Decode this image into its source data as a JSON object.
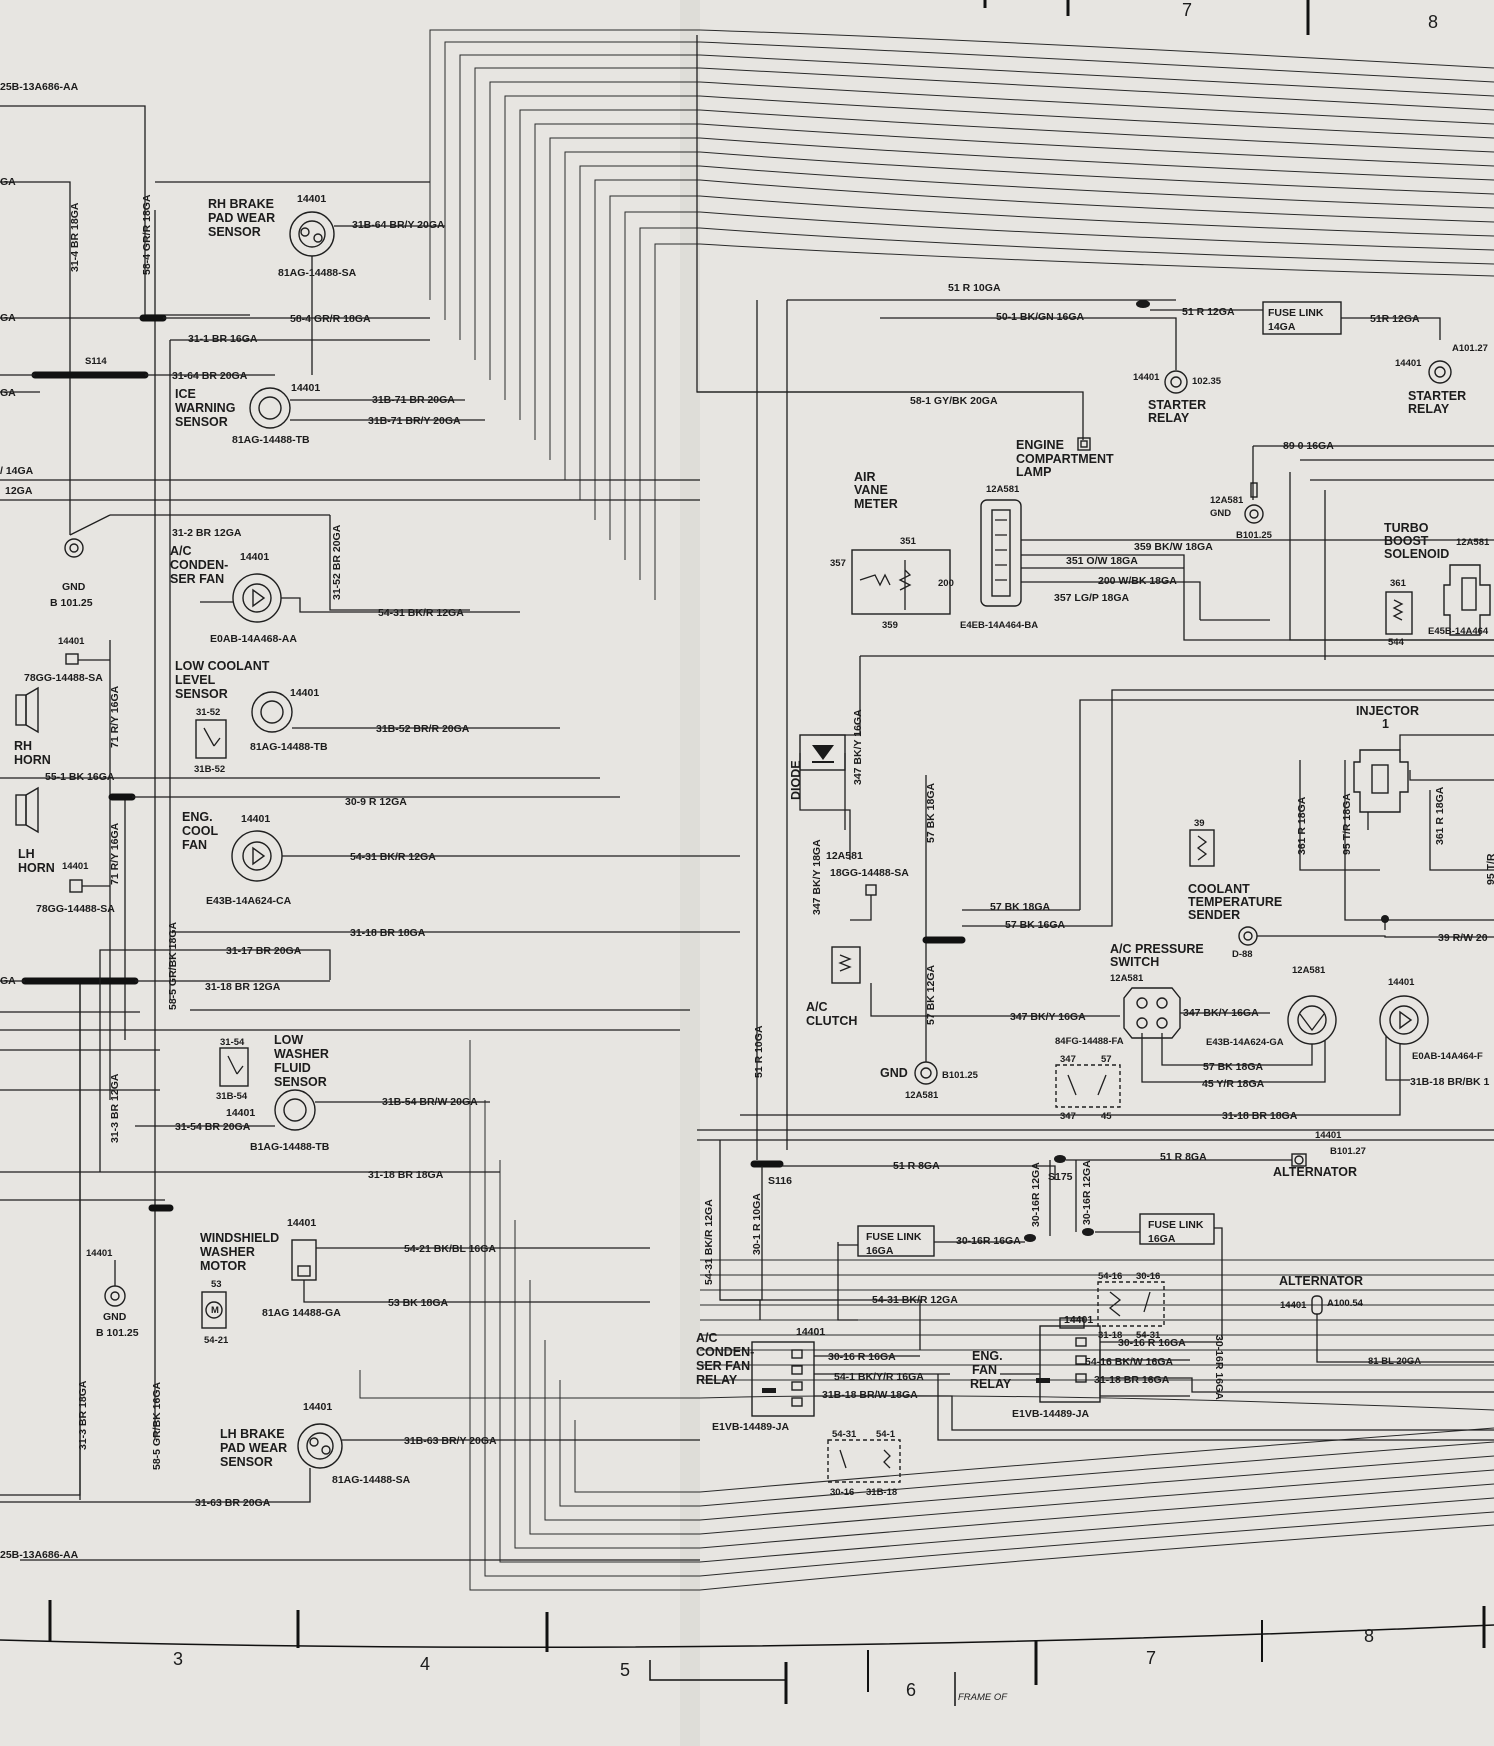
{
  "page": {
    "grid_top": [
      "7",
      "8"
    ],
    "grid_bottom": [
      "3",
      "4",
      "5",
      "6",
      "7",
      "8"
    ],
    "frame_note": "FRAME    OF"
  },
  "connectors": {
    "top_left": "25B-13A686-AA",
    "bottom_left": "25B-13A686-AA"
  },
  "splices": {
    "s114": "S114",
    "s116": "S116",
    "s175": "S175"
  },
  "components": {
    "rh_brake": {
      "name": [
        "RH BRAKE",
        "PAD WEAR",
        "SENSOR"
      ],
      "id": "14401",
      "part": "81AG-14488-SA"
    },
    "ice": {
      "name": [
        "ICE",
        "WARNING",
        "SENSOR"
      ],
      "id": "14401",
      "part": "81AG-14488-TB"
    },
    "ac_fan": {
      "name": [
        "A/C",
        "CONDEN-",
        "SER FAN"
      ],
      "id": "14401",
      "part": "E0AB-14A468-AA"
    },
    "gnd_left": {
      "name": "GND",
      "part": "B 101.25"
    },
    "low_coolant": {
      "name": [
        "LOW COOLANT",
        "LEVEL",
        "SENSOR"
      ],
      "id": "14401",
      "part": "81AG-14488-TB",
      "term_top": "31-52",
      "term_bot": "31B-52"
    },
    "rh_horn": {
      "name": [
        "RH",
        "HORN"
      ],
      "id": "14401",
      "part": "78GG-14488-SA"
    },
    "lh_horn": {
      "name": [
        "LH",
        "HORN"
      ],
      "id": "14401",
      "part": "78GG-14488-SA"
    },
    "eng_fan": {
      "name": [
        "ENG.",
        "COOL",
        "FAN"
      ],
      "id": "14401",
      "part": "E43B-14A624-CA"
    },
    "low_washer": {
      "name": [
        "LOW",
        "WASHER",
        "FLUID",
        "SENSOR"
      ],
      "id": "14401",
      "part": "B1AG-14488-TB",
      "term_top": "31-54",
      "term_bot": "31B-54"
    },
    "washer_motor": {
      "name": [
        "WINDSHIELD",
        "WASHER",
        "MOTOR"
      ],
      "id": "14401",
      "part": "81AG 14488-GA",
      "term_top": "53",
      "term_bot": "54-21"
    },
    "gnd_left2": {
      "name": "GND",
      "id": "14401",
      "part": "B 101.25"
    },
    "lh_brake": {
      "name": [
        "LH BRAKE",
        "PAD WEAR",
        "SENSOR"
      ],
      "id": "14401",
      "part": "81AG-14488-SA"
    },
    "ac_fan_relay": {
      "name": [
        "A/C",
        "CONDEN-",
        "SER FAN",
        "RELAY"
      ],
      "id": "14401",
      "part": "E1VB-14489-JA",
      "sch": [
        "54-31",
        "54-1",
        "30-16",
        "31B-18"
      ]
    },
    "fuse_link_16a": {
      "name": [
        "FUSE LINK",
        "16GA"
      ]
    },
    "fuse_link_16b": {
      "name": [
        "FUSE LINK",
        "16GA"
      ]
    },
    "fuse_link_14": {
      "name": [
        "FUSE LINK",
        "14GA"
      ]
    },
    "eng_fan_relay": {
      "name": [
        "ENG.",
        "FAN",
        "RELAY"
      ],
      "id": "14401",
      "part": "E1VB-14489-JA",
      "sch": [
        "54-16",
        "30-16",
        "31-18",
        "54-31"
      ]
    },
    "starter_relay_a": {
      "name": [
        "STARTER",
        "RELAY"
      ],
      "id": "14401",
      "part": "102.35"
    },
    "starter_relay_b": {
      "name": [
        "STARTER",
        "RELAY"
      ],
      "id": "14401",
      "part": "A101.27"
    },
    "engine_lamp": {
      "name": [
        "ENGINE",
        "COMPARTMENT",
        "LAMP"
      ]
    },
    "air_vane": {
      "name": [
        "AIR",
        "VANE",
        "METER"
      ],
      "pins": [
        "357",
        "351",
        "200",
        "359"
      ],
      "conn": "12A581",
      "part": "E4EB-14A464-BA"
    },
    "gnd_mid": {
      "name": "GND",
      "conn": "12A581",
      "part": "B101.25"
    },
    "turbo": {
      "name": [
        "TURBO",
        "BOOST",
        "SOLENOID"
      ],
      "conn": "12A581",
      "pins": [
        "361",
        "544"
      ],
      "part": "E45B-14A464"
    },
    "injector": {
      "name": [
        "INJECTOR",
        "1"
      ]
    },
    "diode": {
      "name": "DIODE"
    },
    "ac_clutch": {
      "name": [
        "A/C",
        "CLUTCH"
      ],
      "conn": "12A581",
      "part": "18GG-14488-SA"
    },
    "gnd_bottom": {
      "name": "GND",
      "part": "B101.25",
      "conn": "12A581"
    },
    "coolant_sender": {
      "name": [
        "COOLANT",
        "TEMPERATURE",
        "SENDER"
      ],
      "term": "39",
      "part": "D-88"
    },
    "ac_pressure": {
      "name": [
        "A/C PRESSURE",
        "SWITCH"
      ],
      "conn": "12A581",
      "part": "84FG-14488-FA",
      "sch": [
        "347",
        "57",
        "347",
        "45"
      ]
    },
    "fan_conn_mid": {
      "conn": "12A581",
      "part": "E43B-14A624-GA"
    },
    "fan_conn_right": {
      "id": "14401",
      "part": "E0AB-14A464-F"
    },
    "alternator_a": {
      "name": "ALTERNATOR",
      "id": "14401",
      "part": "B101.27"
    },
    "alternator_b": {
      "name": "ALTERNATOR",
      "id": "14401",
      "part": "A100.54"
    }
  },
  "wires": {
    "w1": "31-4 BR 18GA",
    "w2": "58-4 GR/R 18GA",
    "w3": "31B-64 BR/Y 20GA",
    "w4": "58-4 GR/R 18GA",
    "w5": "31-1 BR 16GA",
    "w6": "31-64 BR 20GA",
    "w7": "31B-71 BR 20GA",
    "w8": "31B-71 BR/Y 20GA",
    "w9": "31-2 BR 12GA",
    "w10": "31-52 BR 20GA",
    "w11": "54-31 BK/R 12GA",
    "w12": "31B-52 BR/R 20GA",
    "w13": "71 R/Y 16GA",
    "w14": "55-1 BK 16GA",
    "w15": "30-9 R 12GA",
    "w16": "71 R/Y 16GA",
    "w17": "54-31 BK/R 12GA",
    "w18": "31-18 BR 18GA",
    "w19": "31-17 BR 20GA",
    "w20": "31-18 BR 12GA",
    "w21": "58-5 GR/BK 18GA",
    "w22": "31-3 BR 12GA",
    "w23": "31B-54 BR/W 20GA",
    "w24": "31-54 BR 20GA",
    "w25": "31-18 BR 18GA",
    "w26": "54-21 BK/BL 16GA",
    "w27": "53 BK 18GA",
    "w28": "31B-63 BR/Y 20GA",
    "w29": "31-63 BR 20GA",
    "w30": "31-3 BR 18GA",
    "w31": "58-5 GR/BK 16GA",
    "w32": "51 R 10GA",
    "w33": "50-1 BK/GN 16GA",
    "w34": "51 R 12GA",
    "w35": "51R 12GA",
    "w36": "58-1 GY/BK 20GA",
    "w37": "89 0 16GA",
    "w38": "359 BK/W 18GA",
    "w39": "351 O/W 18GA",
    "w40": "200 W/BK 18GA",
    "w41": "357 LG/P 18GA",
    "w42": "347 BK/Y 16GA",
    "w43": "57 BK 18GA",
    "w44": "347 BK/Y 18GA",
    "w45": "57 BK 18GA",
    "w46": "57 BK 16GA",
    "w47": "57 BK 12GA",
    "w48": "347 BK/Y 16GA",
    "w49": "347 BK/Y 16GA",
    "w50": "57 BK 18GA",
    "w51": "45 Y/R 18GA",
    "w52": "31-18 BR 18GA",
    "w53": "31B-18 BR/BK 1",
    "w54": "51 R 10GA",
    "w55": "51 R 8GA",
    "w56": "51 R 8GA",
    "w57": "30-16R 12GA",
    "w58": "30-16R 12GA",
    "w59": "30-16R 16GA",
    "w60": "30-16R 16GA",
    "w61": "30-1 R 10GA",
    "w62": "54-31 BK/R 12GA",
    "w63": "54-31 BK/R 12GA",
    "w64": "30-16 R 16GA",
    "w65": "54-1 BK/Y/R 16GA",
    "w66": "31B-18 BR/W 18GA",
    "w67": "30-16 R 16GA",
    "w68": "54-16 BK/W 16GA",
    "w69": "31-18 BR 16GA",
    "w70": "81 BL 20GA",
    "w71": "361 R 18GA",
    "w72": "95 T/R 18GA",
    "w73": "361 R 18GA",
    "w74": "39 R/W 20",
    "w75": "95 T/R"
  }
}
